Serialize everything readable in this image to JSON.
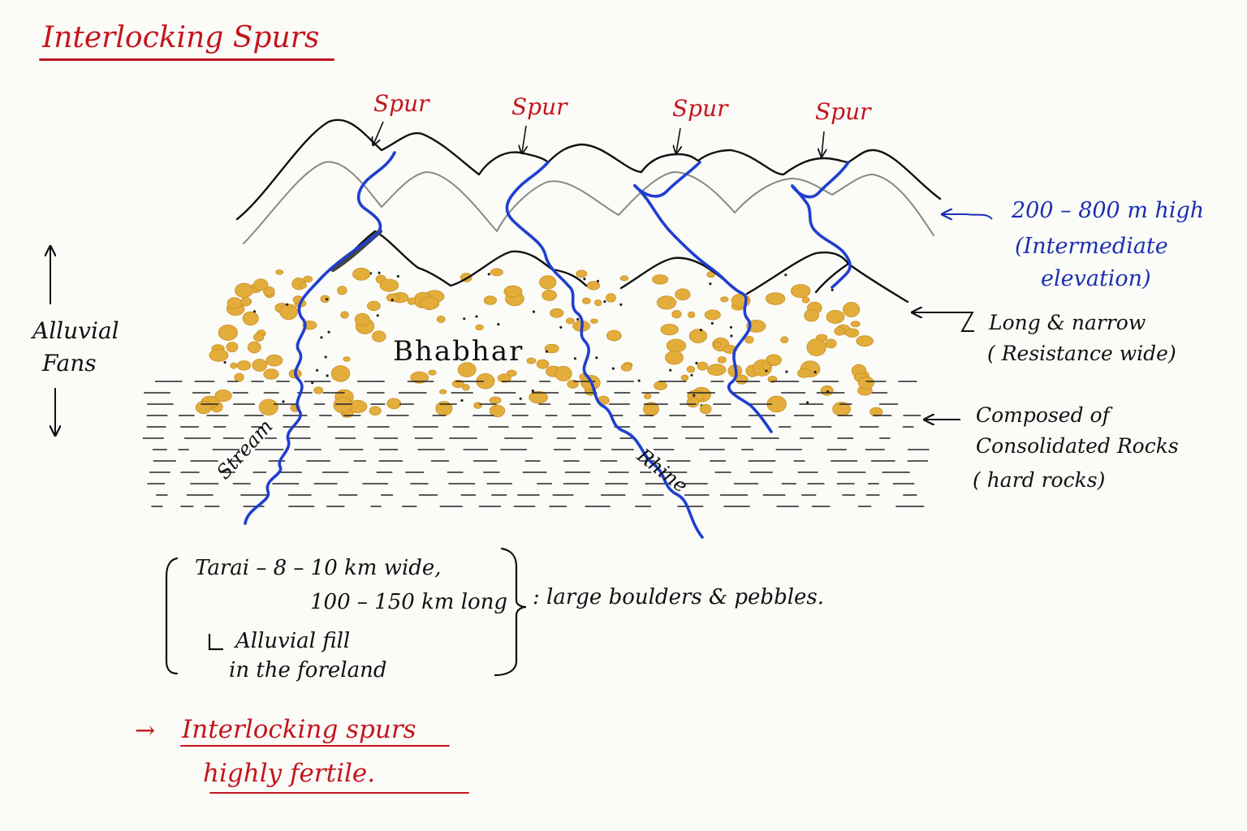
{
  "title": "Interlocking Spurs",
  "spur_label": "Spur",
  "side_label": {
    "line1": "Alluvial",
    "line2": "Fans"
  },
  "region_label": "Bhabhar",
  "streams": {
    "left": "Stream",
    "right": "Rhine"
  },
  "annotations": {
    "elevation": {
      "line1": "200 – 800 m high",
      "line2": "(Intermediate",
      "line3": "elevation)"
    },
    "shape": {
      "line1": "Long & narrow",
      "line2": "( Resistance wide)"
    },
    "rocks": {
      "line1": "Composed of",
      "line2": "Consolidated Rocks",
      "line3": "( hard rocks)"
    }
  },
  "tarai": {
    "line1": "Tarai  –  8 – 10 km wide,",
    "line2": "100 – 150 km long",
    "line3": "Alluvial fill",
    "line4": "in the foreland",
    "note": ":  large boulders & pebbles."
  },
  "conclusion": {
    "arrow": "→",
    "line1": "Interlocking  spurs",
    "line2": "highly  fertile."
  },
  "colors": {
    "red": "#c4151c",
    "blue": "#1b2fb0",
    "ink": "#111111",
    "pebble": "#e3ad3b",
    "grey": "#7a7a7a"
  }
}
